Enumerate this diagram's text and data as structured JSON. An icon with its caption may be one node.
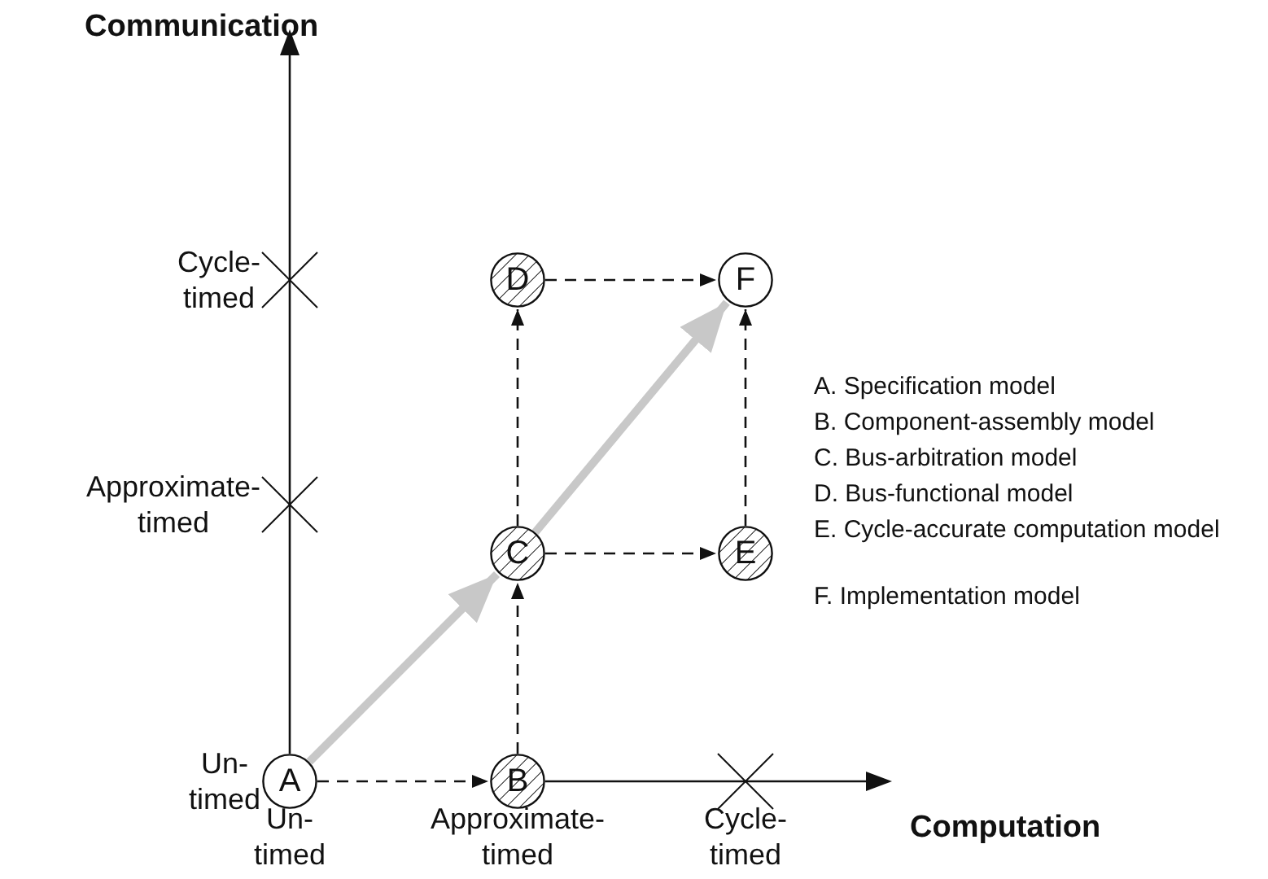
{
  "diagram": {
    "nodes": [
      {
        "text": [
          "A"
        ]
      },
      {
        "text": [
          "B"
        ]
      },
      {
        "text": [
          "C"
        ]
      },
      {
        "text": [
          "D"
        ]
      },
      {
        "text": [
          "E"
        ]
      },
      {
        "text": [
          "F"
        ]
      }
    ],
    "edges": [
      {
        "from": 0,
        "to": 1,
        "arrow": "to",
        "style": "dashed"
      },
      {
        "from": 1,
        "to": 2,
        "arrow": "to",
        "style": "dashed"
      },
      {
        "from": 2,
        "to": 3,
        "arrow": "to",
        "style": "dashed"
      },
      {
        "from": 2,
        "to": 4,
        "arrow": "to",
        "style": "dashed"
      },
      {
        "from": 3,
        "to": 5,
        "arrow": "to",
        "style": "dashed"
      },
      {
        "from": 4,
        "to": 5,
        "arrow": "to",
        "style": "dashed"
      },
      {
        "from": 0,
        "to": 2,
        "arrow": "to",
        "style": "thick",
        "color": "#c8c8c8"
      },
      {
        "from": 2,
        "to": 5,
        "arrow": "to",
        "style": "thick",
        "color": "#c8c8c8"
      }
    ],
    "labels": [
      "Communication",
      "Cycle- timed",
      "Approximate- timed",
      "Un- timed",
      "Computation",
      "Un- timed",
      "Approximate- timed",
      "Cycle- timed",
      "A. Specification model",
      "B. Component-assembly model",
      "C. Bus-arbitration model",
      "D. Bus-functional model",
      "E. Cycle-accurate computation model",
      "F. Implementation model"
    ]
  }
}
